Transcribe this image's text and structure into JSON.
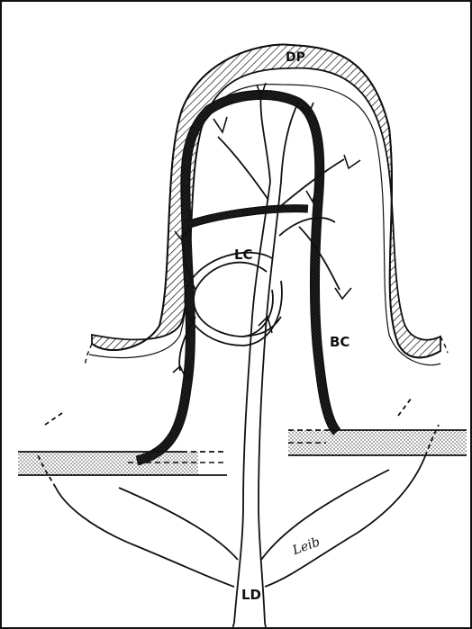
{
  "labels": {
    "dp": "DP",
    "lc": "LC",
    "bc": "BC",
    "ld": "LD"
  },
  "signature": "Leib",
  "colors": {
    "ink": "#111111",
    "background": "#ffffff"
  },
  "patterns": {
    "dermal_papilla": "hatched",
    "blood_capillary": "stippled"
  }
}
